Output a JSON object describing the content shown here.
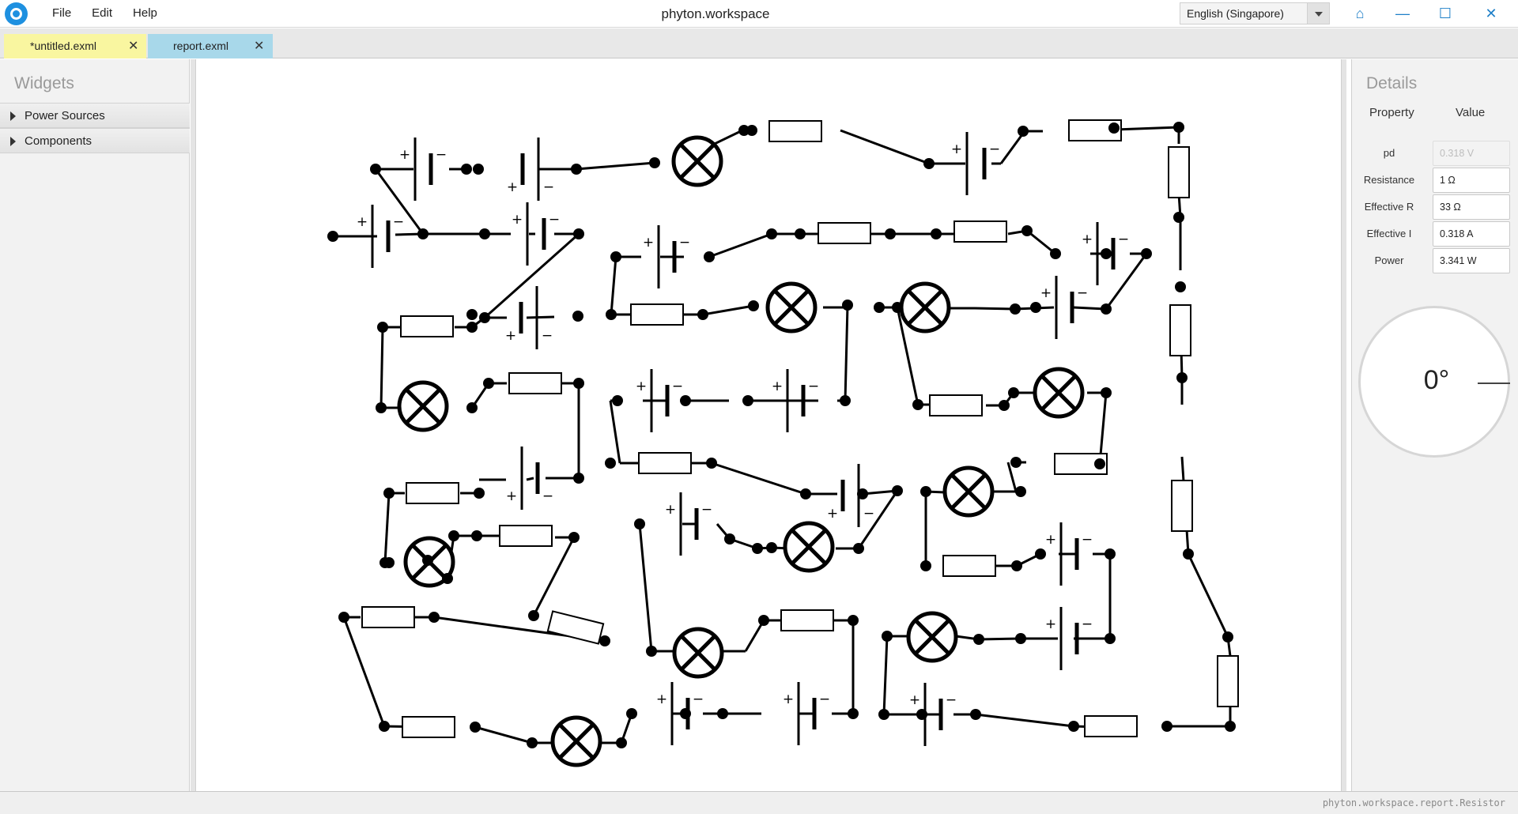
{
  "window": {
    "title": "phyton.workspace",
    "language": "English (Singapore)",
    "icons": {
      "home": "home-icon",
      "minimize": "minimize-icon",
      "maximize": "maximize-icon",
      "close": "close-icon"
    }
  },
  "menu": {
    "file": "File",
    "edit": "Edit",
    "help": "Help"
  },
  "tabs": [
    {
      "label": "*untitled.exml",
      "color": "#f9f6a0",
      "close": "✕"
    },
    {
      "label": "report.exml",
      "color": "#a8d8ea",
      "close": "✕"
    }
  ],
  "widgets": {
    "title": "Widgets",
    "sections": [
      {
        "label": "Power Sources"
      },
      {
        "label": "Components"
      }
    ]
  },
  "details": {
    "title": "Details",
    "property_header": "Property",
    "value_header": "Value",
    "rows": [
      {
        "name": "pd",
        "value": "0.318 V",
        "disabled": true
      },
      {
        "name": "Resistance",
        "value": "1 Ω",
        "disabled": false
      },
      {
        "name": "Effective R",
        "value": "33 Ω",
        "disabled": false
      },
      {
        "name": "Effective I",
        "value": "0.318 A",
        "disabled": false
      },
      {
        "name": "Power",
        "value": "3.341 W",
        "disabled": false
      }
    ],
    "angle": "0°"
  },
  "status": {
    "text": "phyton.workspace.report.Resistor"
  },
  "circuit_symbols": {
    "plus": "+",
    "minus": "−"
  }
}
